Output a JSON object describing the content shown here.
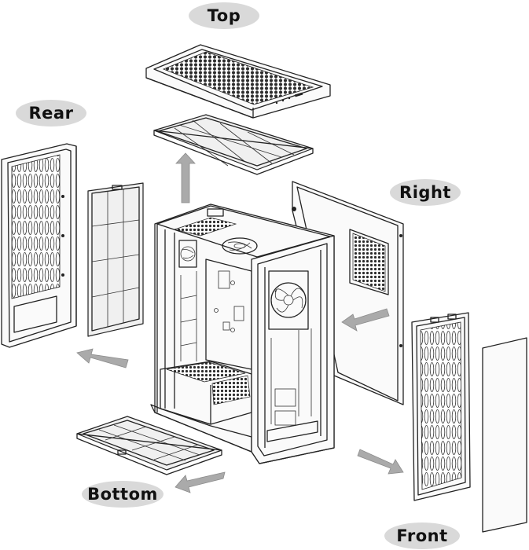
{
  "diagram": {
    "labels": {
      "top": "Top",
      "rear": "Rear",
      "right": "Right",
      "bottom": "Bottom",
      "front": "Front"
    },
    "colors": {
      "label_pill": "#d9d9d9",
      "arrow": "#aaaaaa",
      "line": "#222222",
      "mesh": "#3a3a3a"
    }
  }
}
